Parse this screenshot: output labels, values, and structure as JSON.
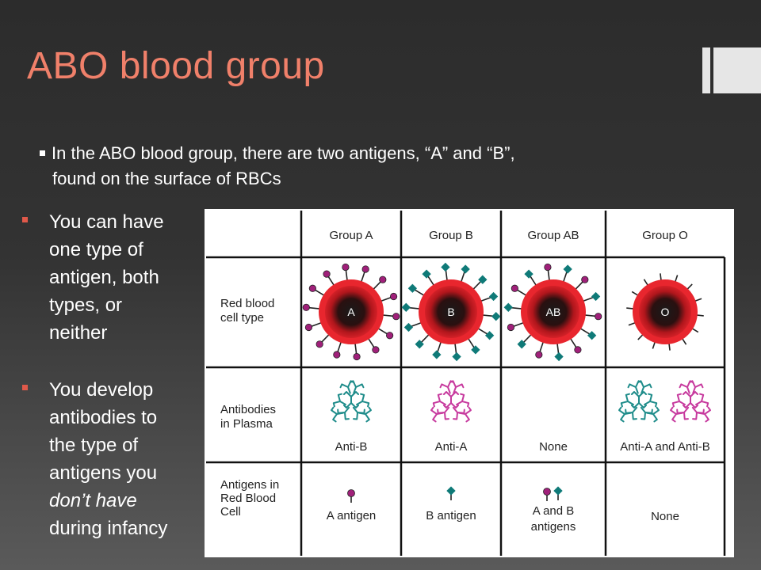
{
  "slide": {
    "title": "ABO blood group",
    "intro_line1": "In the ABO blood group, there are two antigens, “A” and “B”,",
    "intro_line2": "found on the surface of RBCs",
    "side_bullets": [
      {
        "line1": "You can have",
        "line2": "one type of",
        "line3": "antigen, both",
        "line4": "types, or",
        "line5": "neither"
      },
      {
        "line1": "You develop",
        "line2": "antibodies to",
        "line3": "the type of",
        "line4": "antigens you",
        "line5_italic": "don’t have",
        "line6": "during infancy"
      }
    ]
  },
  "diagram": {
    "columns": [
      "Group A",
      "Group B",
      "Group AB",
      "Group O"
    ],
    "row_labels": {
      "rbc": [
        "Red blood",
        "cell type"
      ],
      "antibodies": [
        "Antibodies",
        "in Plasma"
      ],
      "antigens": [
        "Antigens in",
        "Red Blood",
        "Cell"
      ]
    },
    "cell_letters": [
      "A",
      "B",
      "AB",
      "O"
    ],
    "antibodies": [
      "Anti-B",
      "Anti-A",
      "None",
      "Anti-A and Anti-B"
    ],
    "antigens": [
      [
        "A antigen"
      ],
      [
        "B antigen"
      ],
      [
        "A and B",
        "antigens"
      ],
      [
        "None"
      ]
    ],
    "colors": {
      "cell_red": "#e8262e",
      "antigen_a": "#a0207a",
      "antigen_b": "#0f7a78",
      "anti_a": "#c73a9e",
      "anti_b": "#1e8c8a"
    }
  }
}
